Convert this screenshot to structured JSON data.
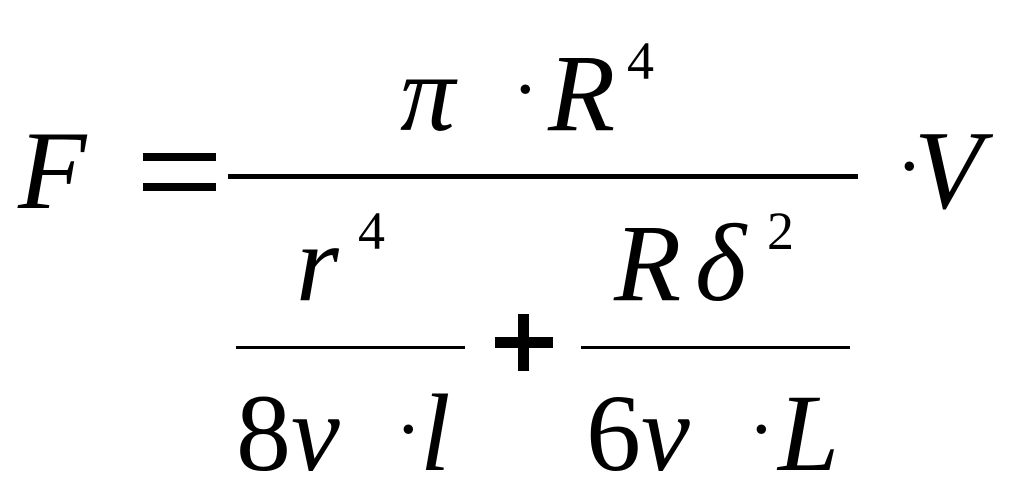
{
  "formula": {
    "lhs": "F",
    "equals": "=",
    "numerator": {
      "pi": "π",
      "dot": "·",
      "R": "R",
      "exp": "4"
    },
    "denominator": {
      "term1": {
        "num": {
          "r": "r",
          "exp": "4"
        },
        "den": {
          "coef": "8",
          "nu": "ν",
          "dot": "·",
          "l": "l"
        }
      },
      "plus": "+",
      "term2": {
        "num": {
          "R": "R",
          "delta": "δ",
          "exp": "2"
        },
        "den": {
          "coef": "6",
          "nu": "ν",
          "dot": "·",
          "L": "L"
        }
      }
    },
    "times_dot": "·",
    "rhs": "V"
  }
}
